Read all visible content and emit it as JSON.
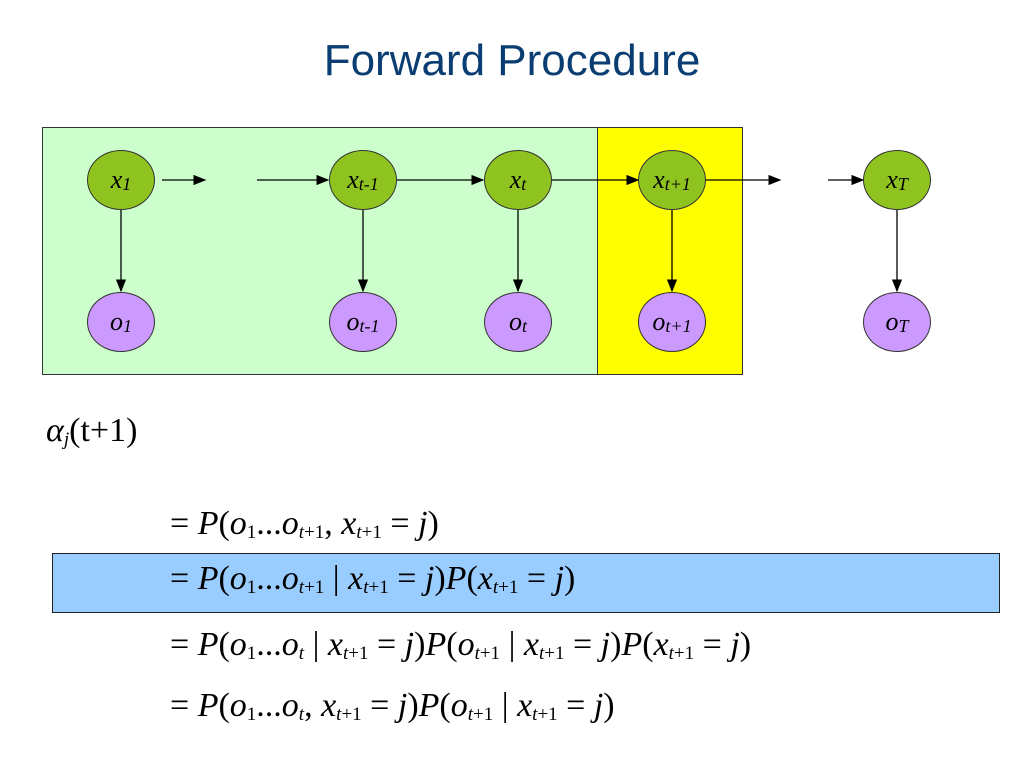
{
  "title": "Forward Procedure",
  "colors": {
    "hidden_node": "#8fc31f",
    "observed_node": "#cc99ff",
    "panel_green": "#ccffcc",
    "panel_yellow": "#ffff00",
    "highlight": "#99ccff"
  },
  "diagram": {
    "hidden": [
      {
        "base": "x",
        "sub": "1"
      },
      {
        "base": "x",
        "sub": "t-1"
      },
      {
        "base": "x",
        "sub": "t"
      },
      {
        "base": "x",
        "sub": "t+1"
      },
      {
        "base": "x",
        "sub": "T"
      }
    ],
    "observed": [
      {
        "base": "o",
        "sub": "1"
      },
      {
        "base": "o",
        "sub": "t-1"
      },
      {
        "base": "o",
        "sub": "t"
      },
      {
        "base": "o",
        "sub": "t+1"
      },
      {
        "base": "o",
        "sub": "T"
      }
    ]
  },
  "alpha": {
    "symbol": "α",
    "sub": "j",
    "arg": "(t+1)"
  }
}
